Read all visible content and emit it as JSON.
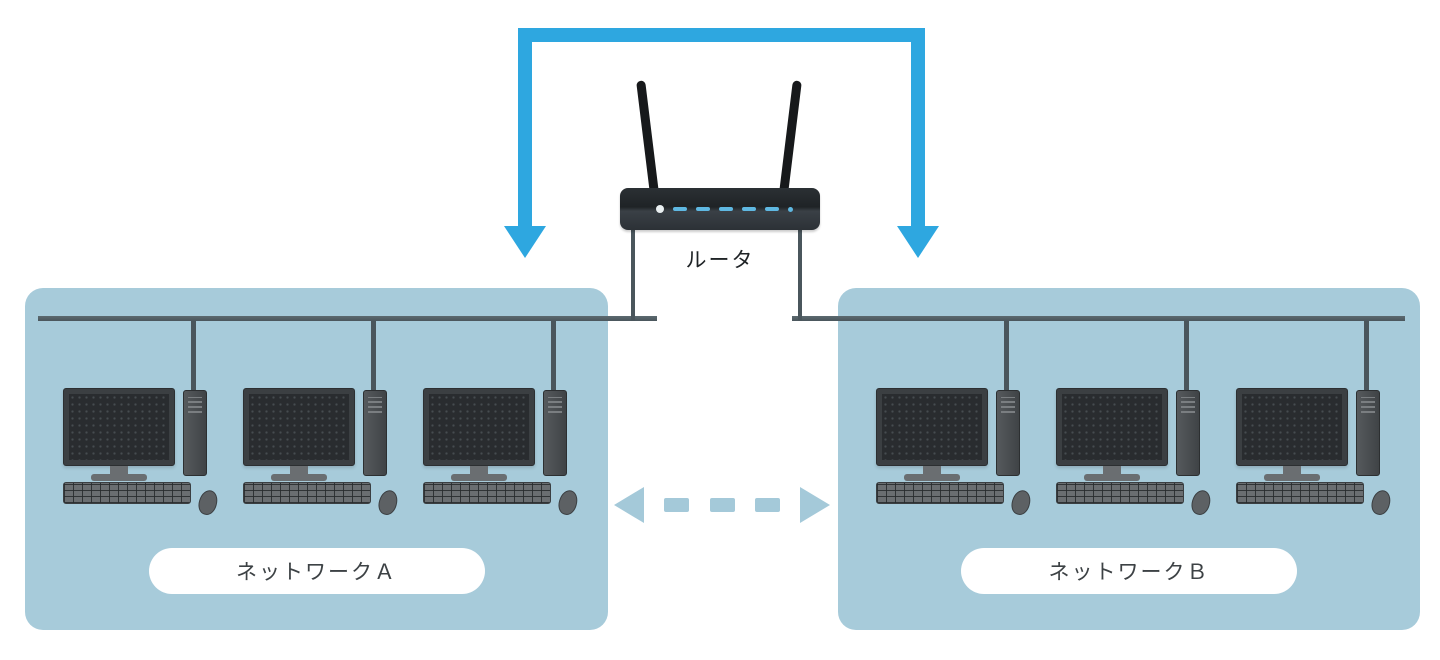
{
  "router": {
    "label": "ルータ"
  },
  "networks": [
    {
      "id": "a",
      "label": "ネットワークＡ",
      "computer_count": 3
    },
    {
      "id": "b",
      "label": "ネットワークＢ",
      "computer_count": 3
    }
  ],
  "link": {
    "type": "dashed-bidirectional-arrow"
  },
  "colors": {
    "arrow_blue": "#2ea7e0",
    "box_blue": "#a7cbda",
    "line_dark": "#4a565c",
    "dashed_blue": "#a4c9d9",
    "pill_bg": "#ffffff",
    "label_text": "#3d4245",
    "device_dark": "#3b3f42",
    "device_mid": "#6a6e71",
    "router_body": "#24282c",
    "led_blue": "#5fb8e2"
  }
}
